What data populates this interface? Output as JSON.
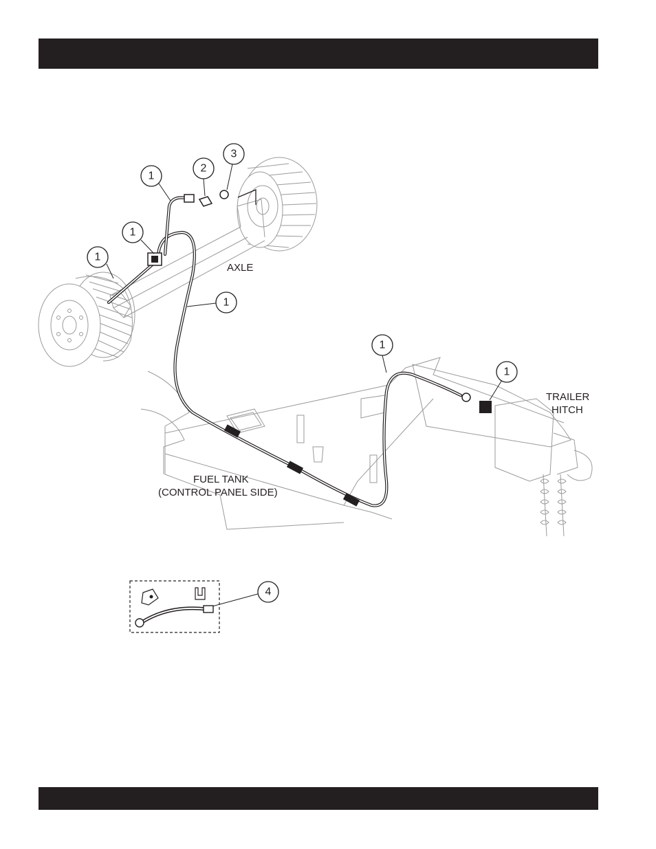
{
  "header_bar": {
    "color": "#231f20"
  },
  "footer_bar": {
    "color": "#231f20"
  },
  "labels": {
    "axle": "AXLE",
    "trailer_hitch": [
      "TRAILER",
      "HITCH"
    ],
    "fuel_tank": [
      "FUEL TANK",
      "(CONTROL PANEL SIDE)"
    ]
  },
  "callouts": [
    {
      "id": "c1a",
      "number": "1"
    },
    {
      "id": "c2",
      "number": "2"
    },
    {
      "id": "c3",
      "number": "3"
    },
    {
      "id": "c1b",
      "number": "1"
    },
    {
      "id": "c1c",
      "number": "1"
    },
    {
      "id": "c1d",
      "number": "1"
    },
    {
      "id": "c1e",
      "number": "1"
    },
    {
      "id": "c1f",
      "number": "1"
    },
    {
      "id": "c4",
      "number": "4"
    }
  ]
}
